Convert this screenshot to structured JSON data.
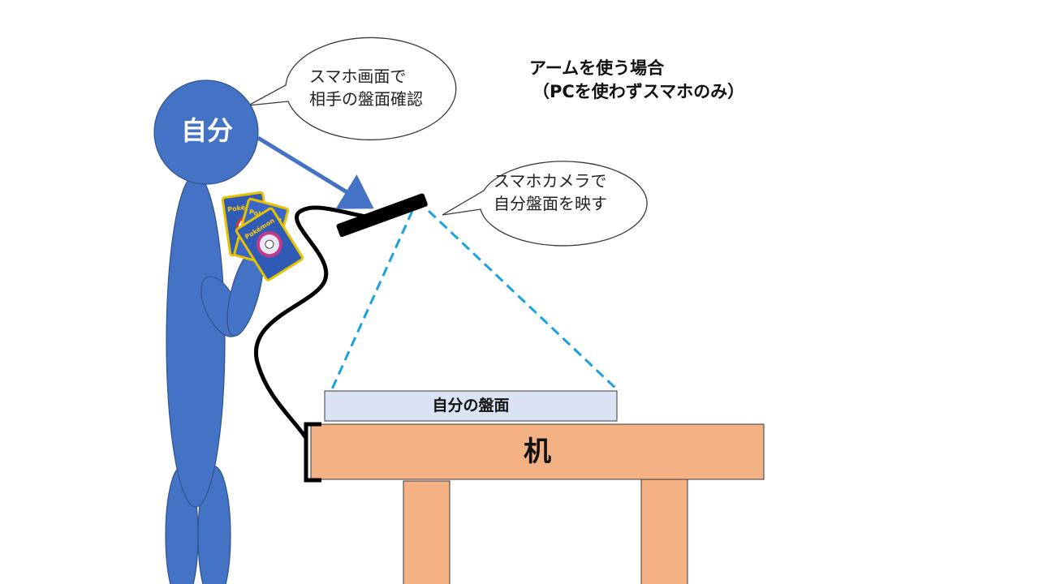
{
  "title": {
    "line1": "アームを使う場合",
    "line2": "（PCを使わずスマホのみ）"
  },
  "person_label": "自分",
  "bubble_top": {
    "line1": "スマホ画面で",
    "line2": "相手の盤面確認"
  },
  "bubble_camera": {
    "line1": "スマホカメラで",
    "line2": "自分盤面を映す"
  },
  "board_label": "自分の盤面",
  "desk_label": "机",
  "card_text": "Pokémon",
  "colors": {
    "person": "#4472c4",
    "person_outline": "#2f528f",
    "sight_arrow": "#4472c4",
    "phone": "#000000",
    "arm": "#000000",
    "camera_view": "#1ba1e2",
    "board": "#dae3f3",
    "desk": "#f4b183",
    "card_border": "#e6c200"
  }
}
